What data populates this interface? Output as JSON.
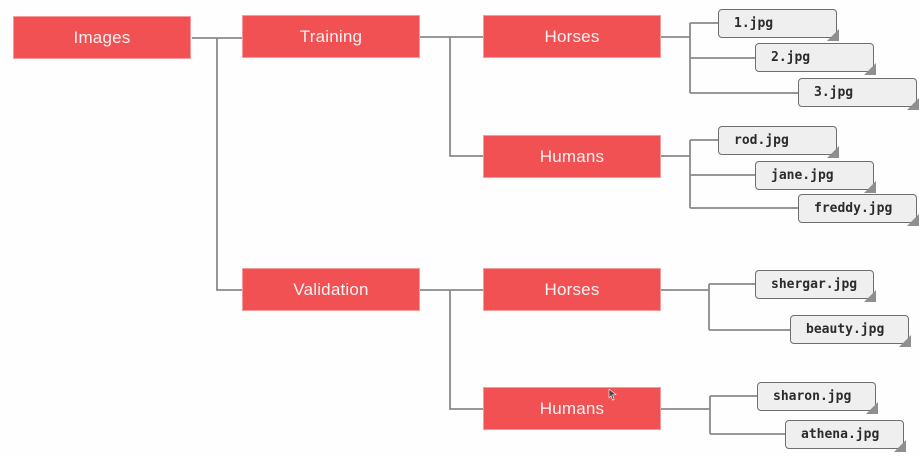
{
  "diagram": {
    "type": "file-tree",
    "folders": {
      "images": "Images",
      "training": "Training",
      "validation": "Validation",
      "training_horses": "Horses",
      "training_humans": "Humans",
      "validation_horses": "Horses",
      "validation_humans": "Humans"
    },
    "files": {
      "training_horses": [
        "1.jpg",
        "2.jpg",
        "3.jpg"
      ],
      "training_humans": [
        "rod.jpg",
        "jane.jpg",
        "freddy.jpg"
      ],
      "validation_horses": [
        "shergar.jpg",
        "beauty.jpg"
      ],
      "validation_humans": [
        "sharon.jpg",
        "athena.jpg"
      ]
    },
    "icons": {
      "file_fold": "folded-corner",
      "cursor": "mouse-pointer"
    },
    "colors": {
      "folder_fill": "#f15152",
      "folder_border": "#f49b9b",
      "folder_text": "#fdf2f2",
      "file_fill": "#efefef",
      "file_border": "#6e6e6e",
      "file_fold": "#8f8f8f",
      "file_text": "#2b2b2b",
      "connector": "#8a8a8a",
      "background": "#fefefe"
    }
  }
}
